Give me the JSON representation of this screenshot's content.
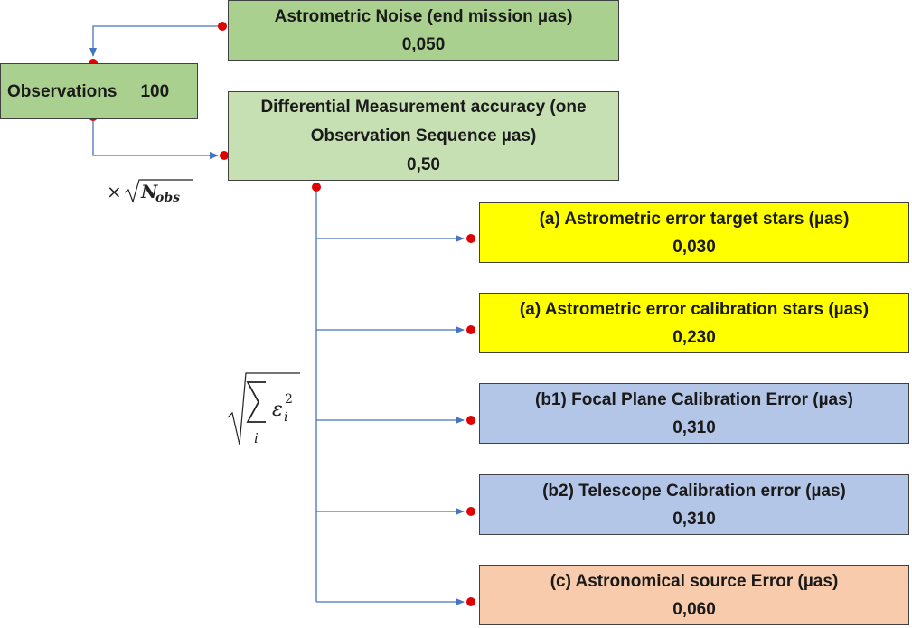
{
  "colors": {
    "green_dark": "#a9d08e",
    "green_light": "#c6e0b4",
    "yellow": "#ffff00",
    "blue": "#b4c6e7",
    "orange": "#f8cbad",
    "connector": "#4472c4",
    "dot": "#e00000"
  },
  "nodes": {
    "noise": {
      "title": "Astrometric Noise (end mission µas)",
      "value": "0,050"
    },
    "observations": {
      "title": "Observations",
      "value": "100"
    },
    "diff": {
      "title_line1": "Differential Measurement accuracy (one",
      "title_line2": "Observation Sequence µas)",
      "value": "0,50"
    },
    "a_target": {
      "title": "(a) Astrometric error  target stars (µas)",
      "value": "0,030"
    },
    "a_calib": {
      "title": "(a) Astrometric error  calibration stars (µas)",
      "value": "0,230"
    },
    "b1": {
      "title": "(b1) Focal Plane Calibration Error (µas)",
      "value": "0,310"
    },
    "b2": {
      "title": "(b2) Telescope Calibration error (µas)",
      "value": "0,310"
    },
    "c": {
      "title": "(c) Astronomical source Error (µas)",
      "value": "0,060"
    }
  },
  "formulas": {
    "scale_symbol": "×",
    "nobs_base": "N",
    "nobs_sub": "obs",
    "sum_epsilon": "ε",
    "sum_index": "i",
    "sum_power": "2"
  }
}
